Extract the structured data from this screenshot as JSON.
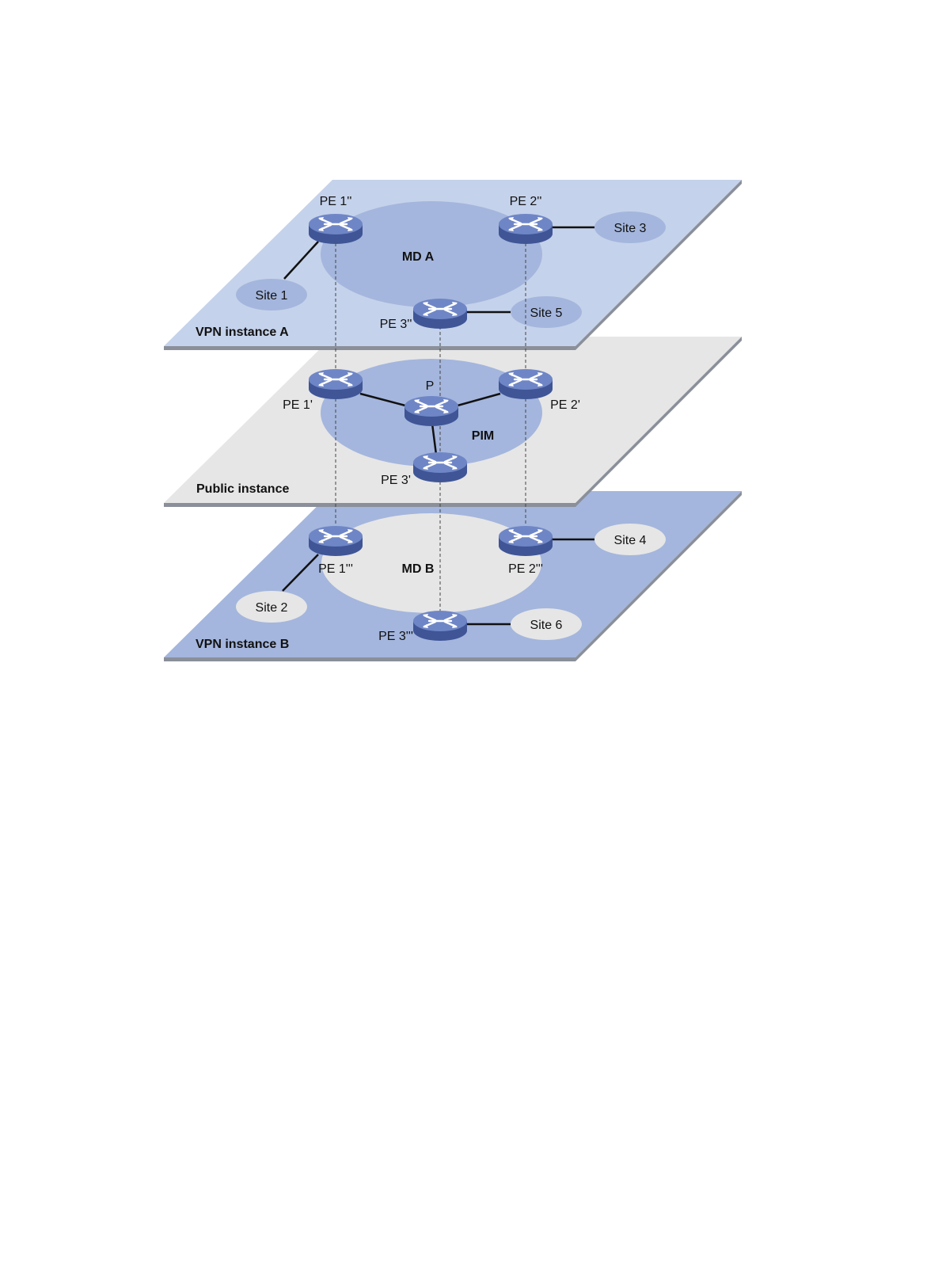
{
  "colors": {
    "vpn_a_plane": "#c5d2eb",
    "vpn_a_domain": "#a4b6dd",
    "vpn_a_site": "#a4b6dd",
    "public_plane": "#e6e6e6",
    "public_domain": "#a4b6dd",
    "vpn_b_plane": "#a4b6dd",
    "vpn_b_domain": "#e6e6e6",
    "vpn_b_site": "#e6e6e6",
    "plane_edge": "#8a8f99",
    "router_top": "#6f86c6",
    "router_side": "#3f5596",
    "link": "#111111",
    "dashed": "#444444"
  },
  "layers": {
    "vpn_a": {
      "name": "VPN instance A",
      "domain": "MD A",
      "routers": {
        "pe1": "PE 1''",
        "pe2": "PE 2''",
        "pe3": "PE 3''"
      },
      "sites": {
        "s1": "Site 1",
        "s3": "Site 3",
        "s5": "Site 5"
      }
    },
    "public": {
      "name": "Public instance",
      "domain": "PIM",
      "routers": {
        "pe1": "PE 1'",
        "pe2": "PE 2'",
        "pe3": "PE 3'",
        "p": "P"
      }
    },
    "vpn_b": {
      "name": "VPN instance B",
      "domain": "MD B",
      "routers": {
        "pe1": "PE 1'''",
        "pe2": "PE 2'''",
        "pe3": "PE 3'''"
      },
      "sites": {
        "s2": "Site 2",
        "s4": "Site 4",
        "s6": "Site 6"
      }
    }
  },
  "icon": "router-icon"
}
